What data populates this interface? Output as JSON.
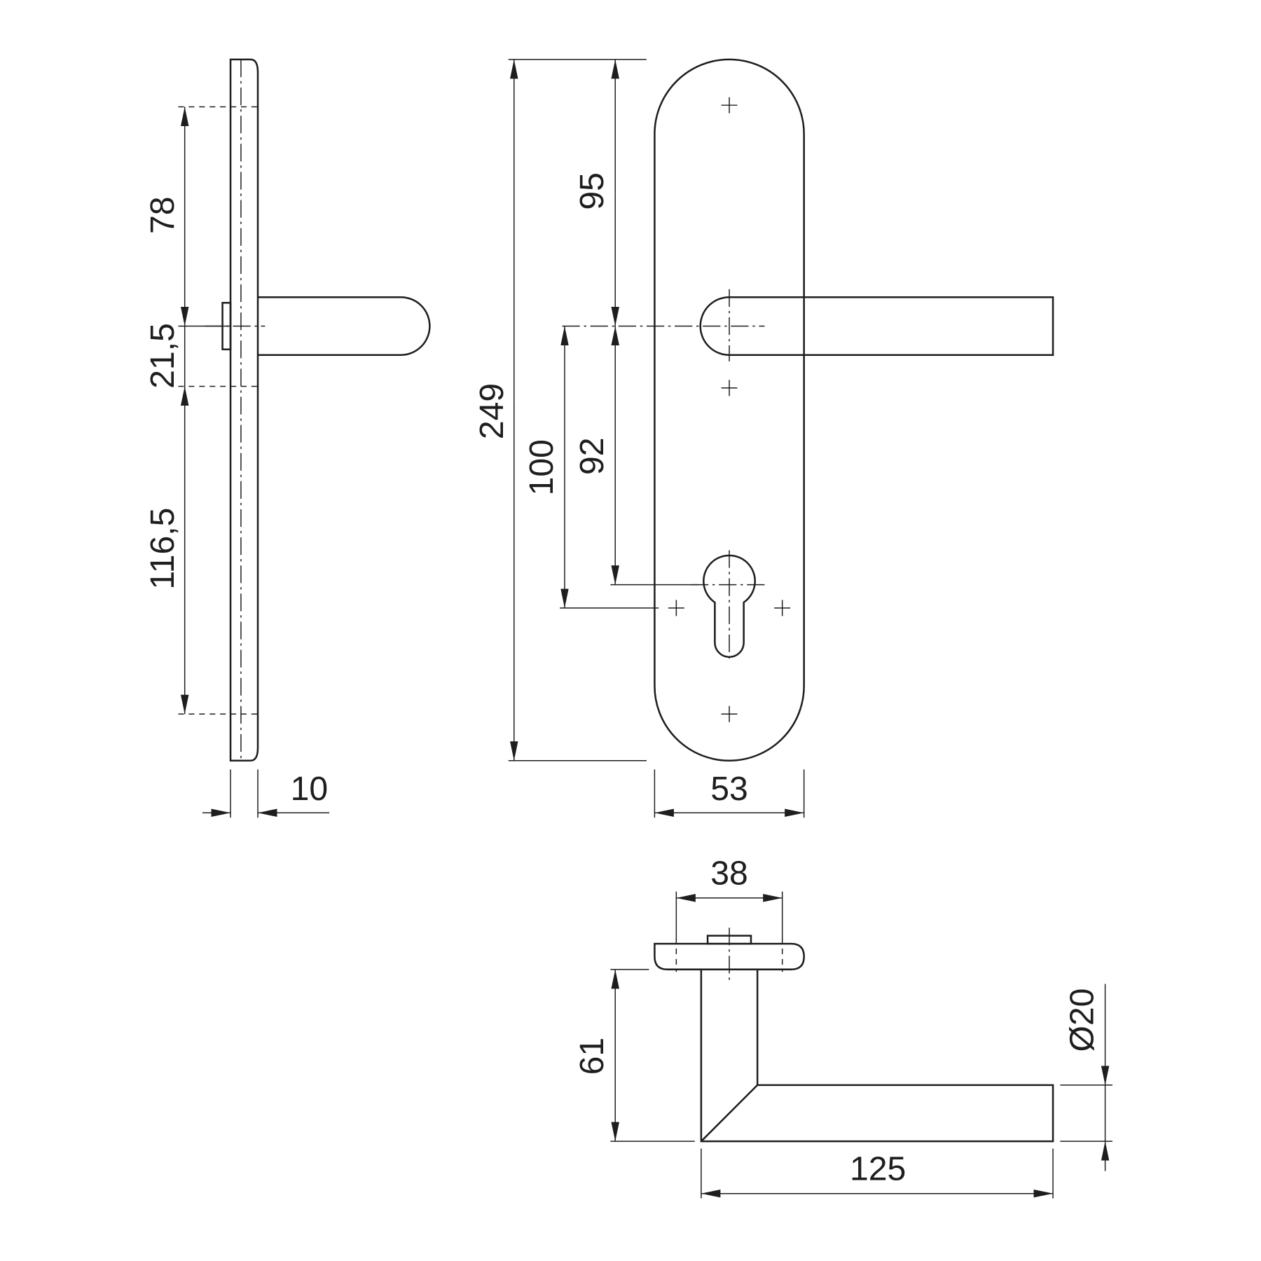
{
  "dimensions": {
    "side_top": "78",
    "side_mid": "21,5",
    "side_bottom": "116,5",
    "side_thickness": "10",
    "front_total": "249",
    "front_top": "95",
    "front_keyhole": "92",
    "front_screw": "100",
    "front_width": "53",
    "rose_width": "38",
    "projection": "61",
    "lever_length": "125",
    "lever_diameter": "Ø20"
  }
}
